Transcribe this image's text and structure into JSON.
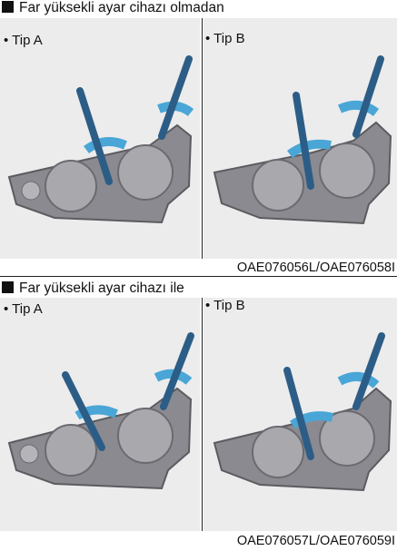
{
  "sections": [
    {
      "title": "Far yüksekli ayar cihazı olmadan",
      "panels": [
        {
          "label": "• Tip A"
        },
        {
          "label": "• Tip B"
        }
      ],
      "code": "OAE076056L/OAE076058I"
    },
    {
      "title": "Far yüksekli ayar cihazı ile",
      "panels": [
        {
          "label": "• Tip A"
        },
        {
          "label": "• Tip B"
        }
      ],
      "code": "OAE076057L/OAE076059I"
    }
  ],
  "colors": {
    "arrow": "#4aa6d6",
    "housing": "#7a7a80",
    "screwdriver_handle": "#2c5d86"
  }
}
